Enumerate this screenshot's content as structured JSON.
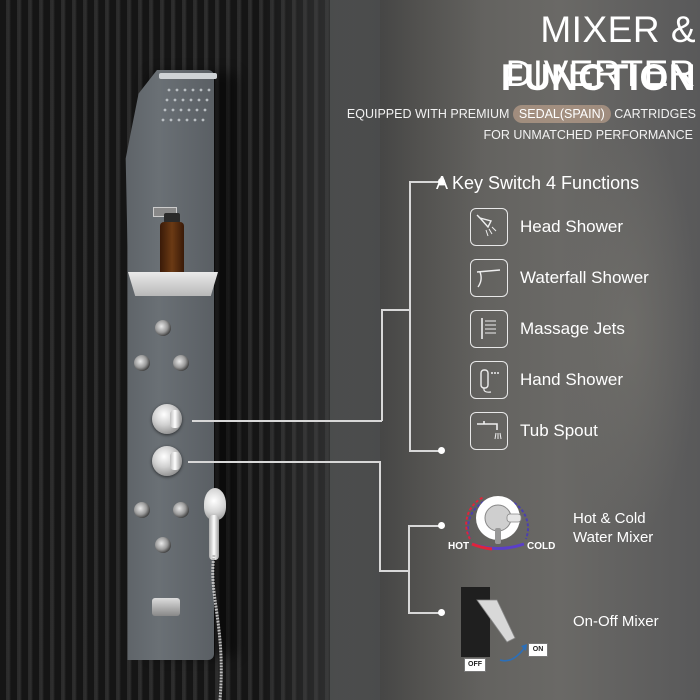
{
  "title": {
    "line1": "MIXER & DIVERTER",
    "line2": "FUNCTION"
  },
  "subtitle": {
    "prefix": "EQUIPPED WITH PREMIUM ",
    "highlight": "SEDAL(SPAIN)",
    "suffix": " CARTRIDGES",
    "line2": "FOR UNMATCHED PERFORMANCE"
  },
  "key_heading": "A Key Switch 4 Functions",
  "functions": [
    {
      "label": "Head Shower",
      "icon": "head-shower-icon"
    },
    {
      "label": "Waterfall Shower",
      "icon": "waterfall-shower-icon"
    },
    {
      "label": "Massage Jets",
      "icon": "massage-jets-icon"
    },
    {
      "label": "Hand Shower",
      "icon": "hand-shower-icon"
    },
    {
      "label": "Tub Spout",
      "icon": "tub-spout-icon"
    }
  ],
  "mixers": {
    "hot_cold": {
      "line1": "Hot & Cold",
      "line2": "Water Mixer",
      "hot": "HOT",
      "cold": "COLD",
      "icon": "thermostatic-mixer-icon"
    },
    "on_off": {
      "label": "On-Off Mixer",
      "off": "OFF",
      "on": "ON",
      "icon": "lever-mixer-icon"
    }
  },
  "colors": {
    "hot": "#e0243a",
    "cold": "#3b4fd8",
    "panel": "#656a6f"
  }
}
